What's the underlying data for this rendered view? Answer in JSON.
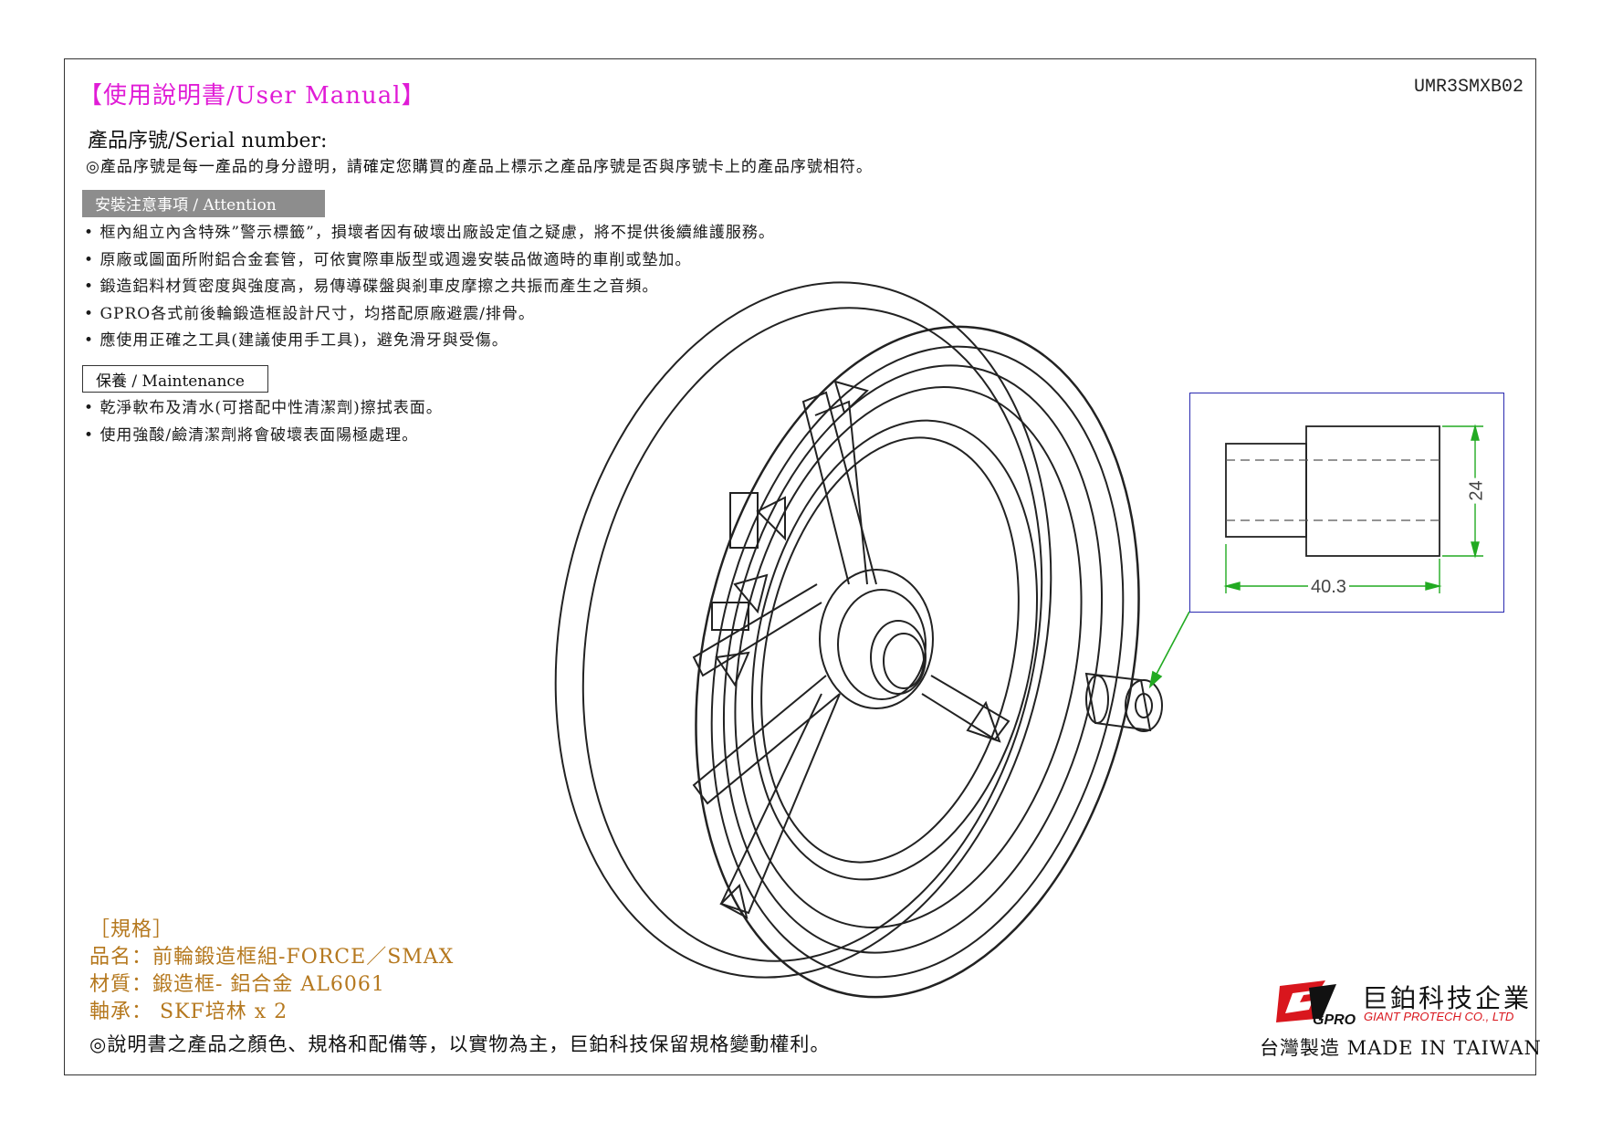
{
  "header": {
    "title": "【使用說明書/User Manual】",
    "code": "UMR3SMXB02"
  },
  "serial": {
    "label": "產品序號/Serial number:",
    "note": "◎產品序號是每一產品的身分證明，請確定您購買的產品上標示之產品序號是否與序號卡上的產品序號相符。"
  },
  "attention": {
    "heading": "安裝注意事項 / Attention",
    "items": [
      "框內組立內含特殊”警示標籤”，損壞者因有破壞出廠設定值之疑慮，將不提供後續維護服務。",
      "原廠或圖面所附鋁合金套管，可依實際車版型或週邊安裝品做適時的車削或墊加。",
      "鍛造鋁料材質密度與強度高，易傳導碟盤與剎車皮摩擦之共振而產生之音頻。",
      "GPRO各式前後輪鍛造框設計尺寸，均搭配原廠避震/排骨。",
      "應使用正確之工具(建議使用手工具)，避免滑牙與受傷。"
    ]
  },
  "maintenance": {
    "heading": "保養 / Maintenance",
    "items": [
      "乾淨軟布及清水(可搭配中性清潔劑)擦拭表面。",
      "使用強酸/鹼清潔劑將會破壞表面陽極處理。"
    ]
  },
  "spec": {
    "heading": "［規格］",
    "name": "品名：前輪鍛造框組-FORCE／SMAX",
    "material": "材質：鍛造框- 鋁合金 AL6061",
    "bearing": "軸承： SKF培林 x 2"
  },
  "disclaimer": "◎說明書之產品之顏色、規格和配備等，以實物為主，巨鉑科技保留規格變動權利。",
  "company": {
    "logo_text": "GPRO",
    "name_cn": "巨鉑科技企業",
    "name_en": "GIANT PROTECH CO., LTD",
    "made_in": "台灣製造 MADE IN TAIWAN"
  },
  "detail": {
    "dim_length": "40.3",
    "dim_diameter": "24"
  },
  "colors": {
    "title": "#e01bd6",
    "spec": "#b5781e",
    "brand_red": "#d9161d",
    "dimension": "#22aa22",
    "detail_border": "#2a2ab0"
  }
}
